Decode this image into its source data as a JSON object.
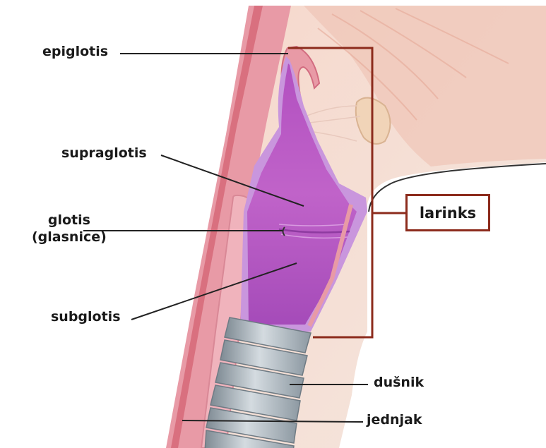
{
  "labels": {
    "epiglottis": "epiglotis",
    "supraglottis": "supraglotis",
    "glottis_line1": "glotis",
    "glottis_line2": "(glasnice)",
    "subglottis": "subglotis",
    "trachea": "dušnik",
    "esophagus": "jednjak",
    "larynx": "larinks"
  },
  "colors": {
    "bracket": "#8c2b1c",
    "leader_line": "#222222",
    "larynx_lumen": "#b84fc4",
    "larynx_wall": "#c996dd",
    "mucosa_pink": "#e9a0ac",
    "tissue_beige": "#f3dcd0",
    "trachea_rings": "#a8b3bb"
  }
}
